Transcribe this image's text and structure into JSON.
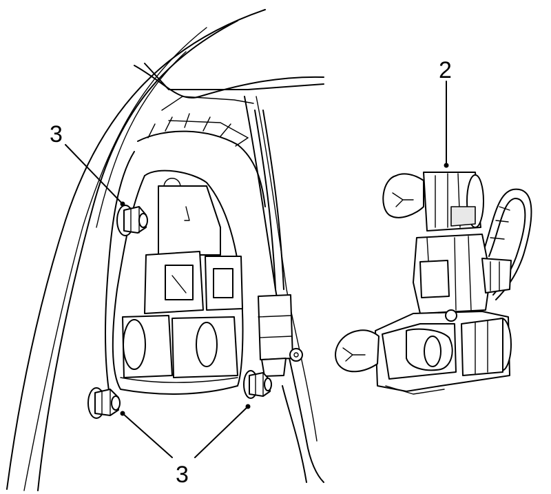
{
  "callouts": {
    "top_left_label": "3",
    "top_right_label": "2",
    "bottom_label": "3"
  },
  "icons": {
    "diagram": "tail-lamp-removal-diagram",
    "part_2": "bulb-holder-assembly",
    "part_3": "fastening-nut"
  },
  "colors": {
    "line": "#000000",
    "background": "#ffffff"
  }
}
